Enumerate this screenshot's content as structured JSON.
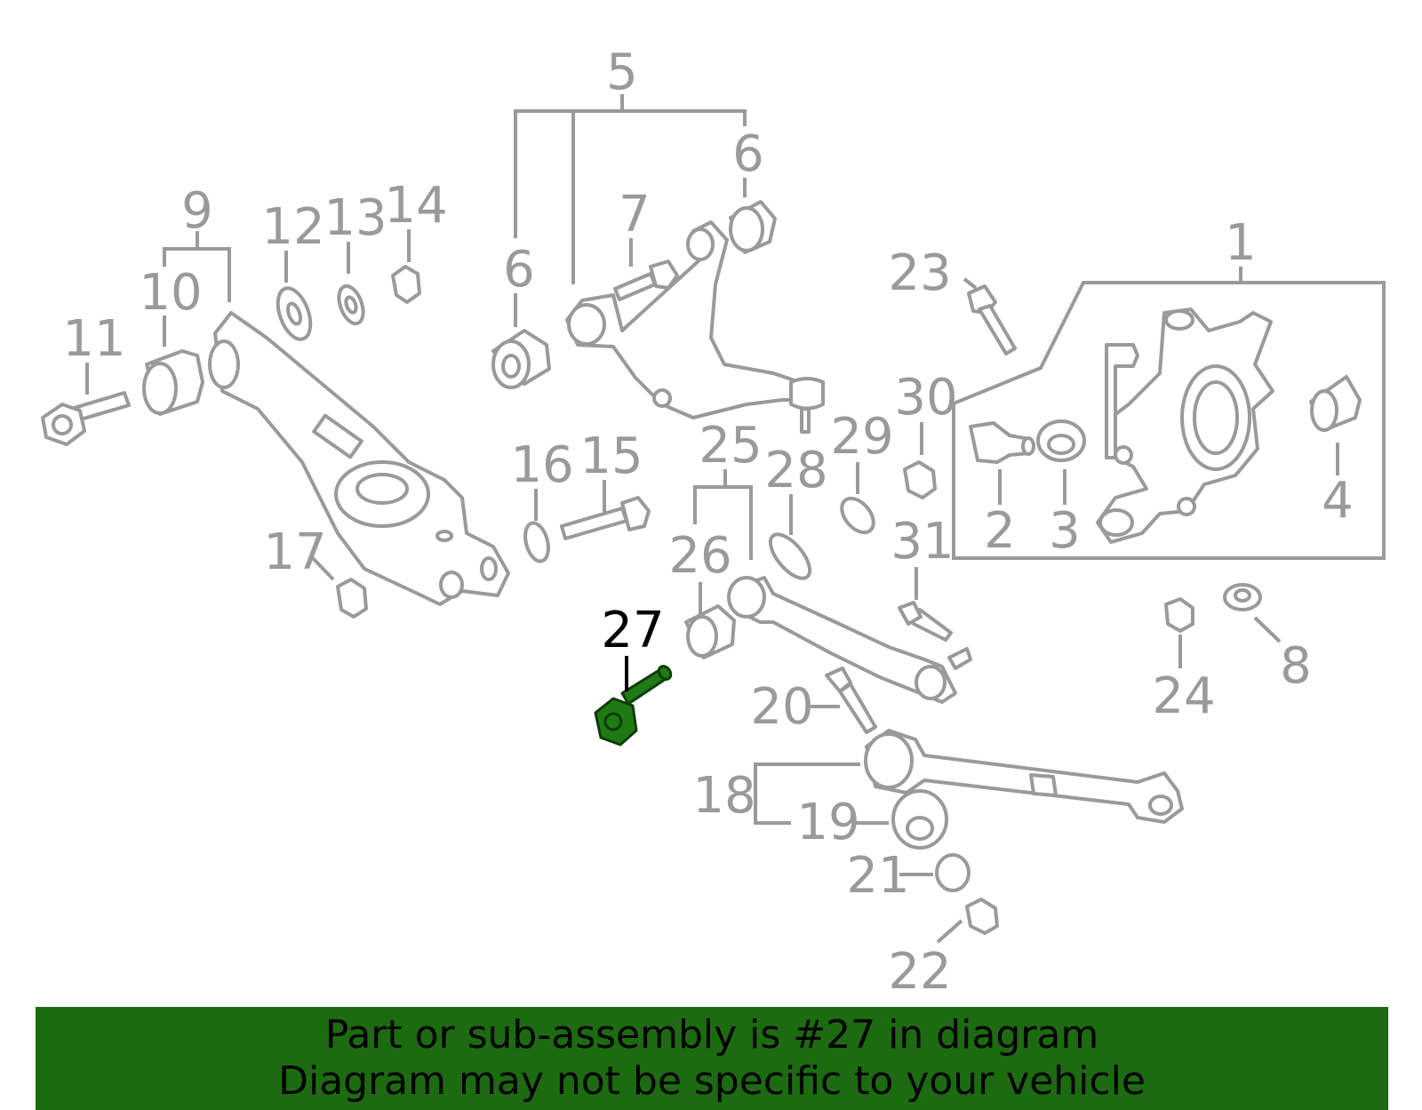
{
  "callouts": {
    "c1": "1",
    "c2": "2",
    "c3": "3",
    "c4": "4",
    "c5": "5",
    "c6a": "6",
    "c6b": "6",
    "c7": "7",
    "c8": "8",
    "c9": "9",
    "c10": "10",
    "c11": "11",
    "c12": "12",
    "c13": "13",
    "c14": "14",
    "c15": "15",
    "c16": "16",
    "c17": "17",
    "c18": "18",
    "c19": "19",
    "c20": "20",
    "c21": "21",
    "c22": "22",
    "c23": "23",
    "c24": "24",
    "c25": "25",
    "c26": "26",
    "c27": "27",
    "c28": "28",
    "c29": "29",
    "c30": "30",
    "c31": "31"
  },
  "banner": {
    "line1": "Part or sub-assembly is #27 in diagram",
    "line2": "Diagram may not be specific to your vehicle"
  },
  "colors": {
    "highlight_part": "#1f7a14",
    "banner_background": "#1c6b10",
    "line_art": "#9a9a9a"
  }
}
